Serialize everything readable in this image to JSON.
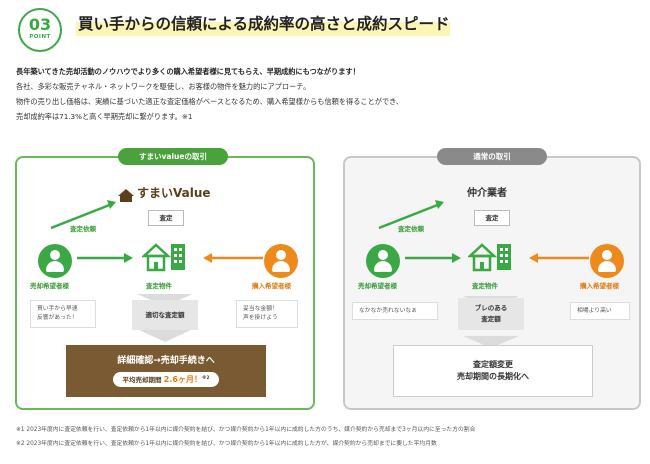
{
  "header": {
    "badge_num": "03",
    "badge_label": "POINT",
    "title": "買い手からの信頼による成約率の高さと成約スピード"
  },
  "intro": {
    "lines": [
      "長年築いてきた売却活動のノウハウでより多くの購入希望者様に見てもらえ、早期成約にもつながります！",
      "各社、多彩な販売チャネル・ネットワークを駆使し、お客様の物件を魅力的にアプローチ。",
      "物件の売り出し価格は、実績に基づいた適正な査定価格がベースとなるため、購入希望様からも信頼を得ることができ、",
      "売却成約率は71.3%と高く早期売却に繋がります。※1"
    ]
  },
  "left_panel": {
    "tag": "すまいvalueの取引",
    "brand": "すまいValue",
    "request_label": "査定依頼",
    "assessment_box": "査定",
    "seller_label": "売却希望者様",
    "property_label": "査定物件",
    "buyer_label": "購入希望者様",
    "seller_note": "買い手から早速\n反響があった！",
    "center_note": "適切な査定額",
    "buyer_note": "妥当な金額！\n声を掛けよう",
    "result_title": "詳細確認→売却手続きへ",
    "result_period_label": "平均売却期間",
    "result_period_value": "2.6ヶ月！",
    "result_note_ref": "※2"
  },
  "right_panel": {
    "tag": "通常の取引",
    "broker": "仲介業者",
    "request_label": "査定依頼",
    "assessment_box": "査定",
    "seller_label": "売却希望者様",
    "property_label": "査定物件",
    "buyer_label": "購入希望者様",
    "seller_note": "なかなか売れないなぁ",
    "center_note": "ブレのある\n査定額",
    "buyer_note": "相場より高い",
    "result_line1": "査定額変更",
    "result_line2": "売却期間の長期化へ"
  },
  "footnotes": [
    "※1 2023年度内に査定依頼を行い、査定依頼から1年以内に媒介契約を結び、かつ媒介契約から1年以内に成約した方のうち、媒介契約から売却まで3ヶ月以内に至った方の割合",
    "※2 2023年度内に査定依頼を行い、査定依頼から1年以内に媒介契約を結び、かつ媒介契約から1年以内に成約した方が、媒介契約から売却までに要した平均月数"
  ],
  "colors": {
    "accent_green": "#3aa844",
    "accent_orange": "#ee8a1c",
    "brand_brown": "#7a5a32",
    "heading_highlight": "#fbf6b6"
  }
}
